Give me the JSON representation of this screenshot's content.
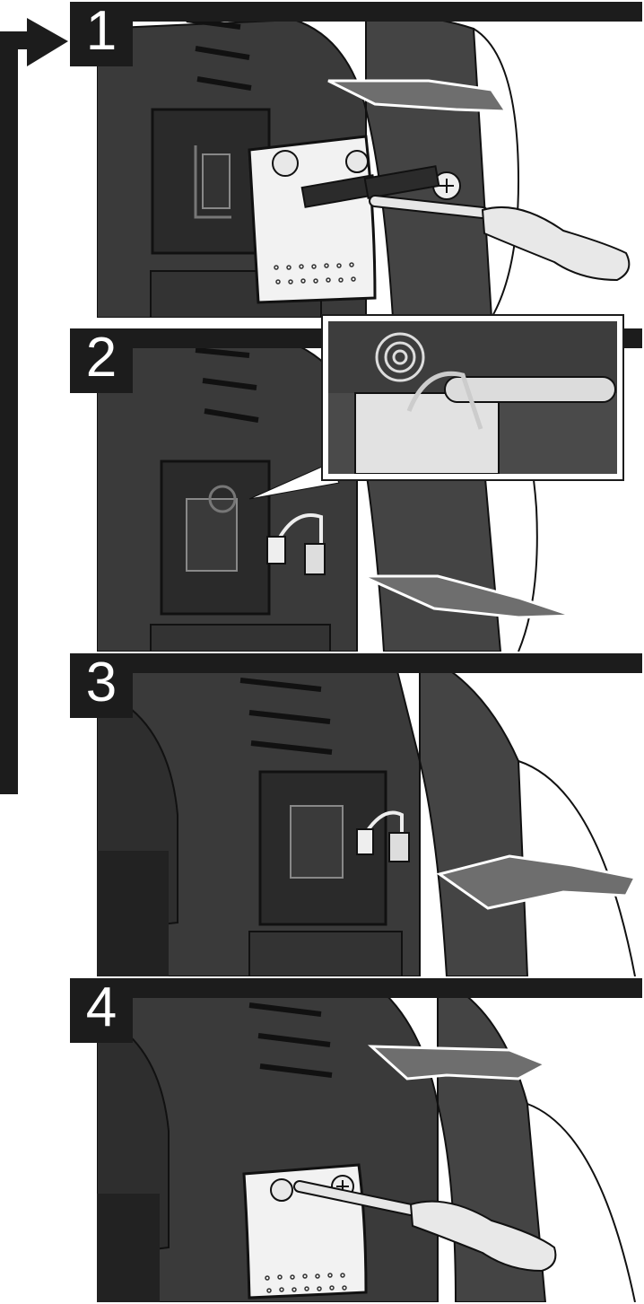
{
  "steps": [
    {
      "number": "1"
    },
    {
      "number": "2"
    },
    {
      "number": "3"
    },
    {
      "number": "4"
    }
  ],
  "colors": {
    "ink": "#1c1c1c",
    "body_dark": "#3a3a3a",
    "body_mid": "#555555",
    "plate": "#f2f2f2",
    "arrow": "#6e6e6e"
  },
  "icons": {
    "flow": "loop-arrow-icon",
    "tool": "screwdriver-icon",
    "direction": "direction-arrow-icon",
    "detail": "magnified-inset-icon"
  }
}
